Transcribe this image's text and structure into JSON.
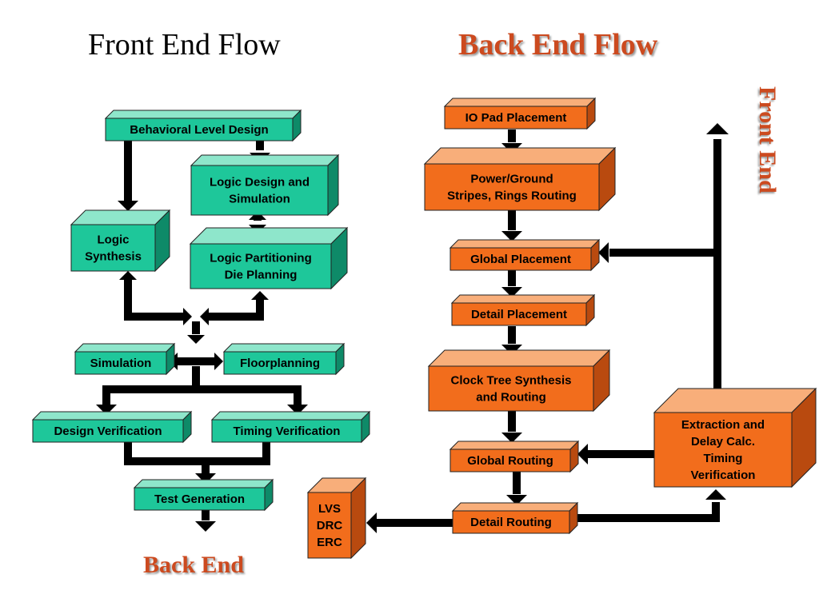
{
  "titles": {
    "front_end_flow": "Front End Flow",
    "back_end_flow": "Back End Flow"
  },
  "labels": {
    "back_end": "Back End",
    "front_end": "Front End"
  },
  "colors": {
    "teal_face": "#1ec79a",
    "teal_top": "#8ee6cb",
    "teal_side": "#0e8a68",
    "orange_face": "#f26d1c",
    "orange_top": "#f8ae7a",
    "orange_side": "#b94a0f",
    "accent_text": "#cc4a1f"
  },
  "front_end": {
    "behavioral_level_design": [
      "Behavioral Level Design"
    ],
    "logic_design_simulation": [
      "Logic Design and",
      "Simulation"
    ],
    "logic_synthesis": [
      "Logic",
      "Synthesis"
    ],
    "logic_partitioning": [
      "Logic Partitioning",
      "Die Planning"
    ],
    "simulation": [
      "Simulation"
    ],
    "floorplanning": [
      "Floorplanning"
    ],
    "design_verification": [
      "Design Verification"
    ],
    "timing_verification": [
      "Timing Verification"
    ],
    "test_generation": [
      "Test Generation"
    ]
  },
  "back_end": {
    "io_pad_placement": [
      "IO Pad Placement"
    ],
    "power_ground": [
      "Power/Ground",
      "Stripes, Rings Routing"
    ],
    "global_placement": [
      "Global Placement"
    ],
    "detail_placement": [
      "Detail Placement"
    ],
    "clock_tree": [
      "Clock Tree Synthesis",
      "and Routing"
    ],
    "global_routing": [
      "Global Routing"
    ],
    "detail_routing": [
      "Detail Routing"
    ],
    "lvs_drc_erc": [
      "LVS",
      "DRC",
      "ERC"
    ],
    "extraction": [
      "Extraction and",
      "Delay Calc.",
      "Timing",
      "Verification"
    ]
  }
}
